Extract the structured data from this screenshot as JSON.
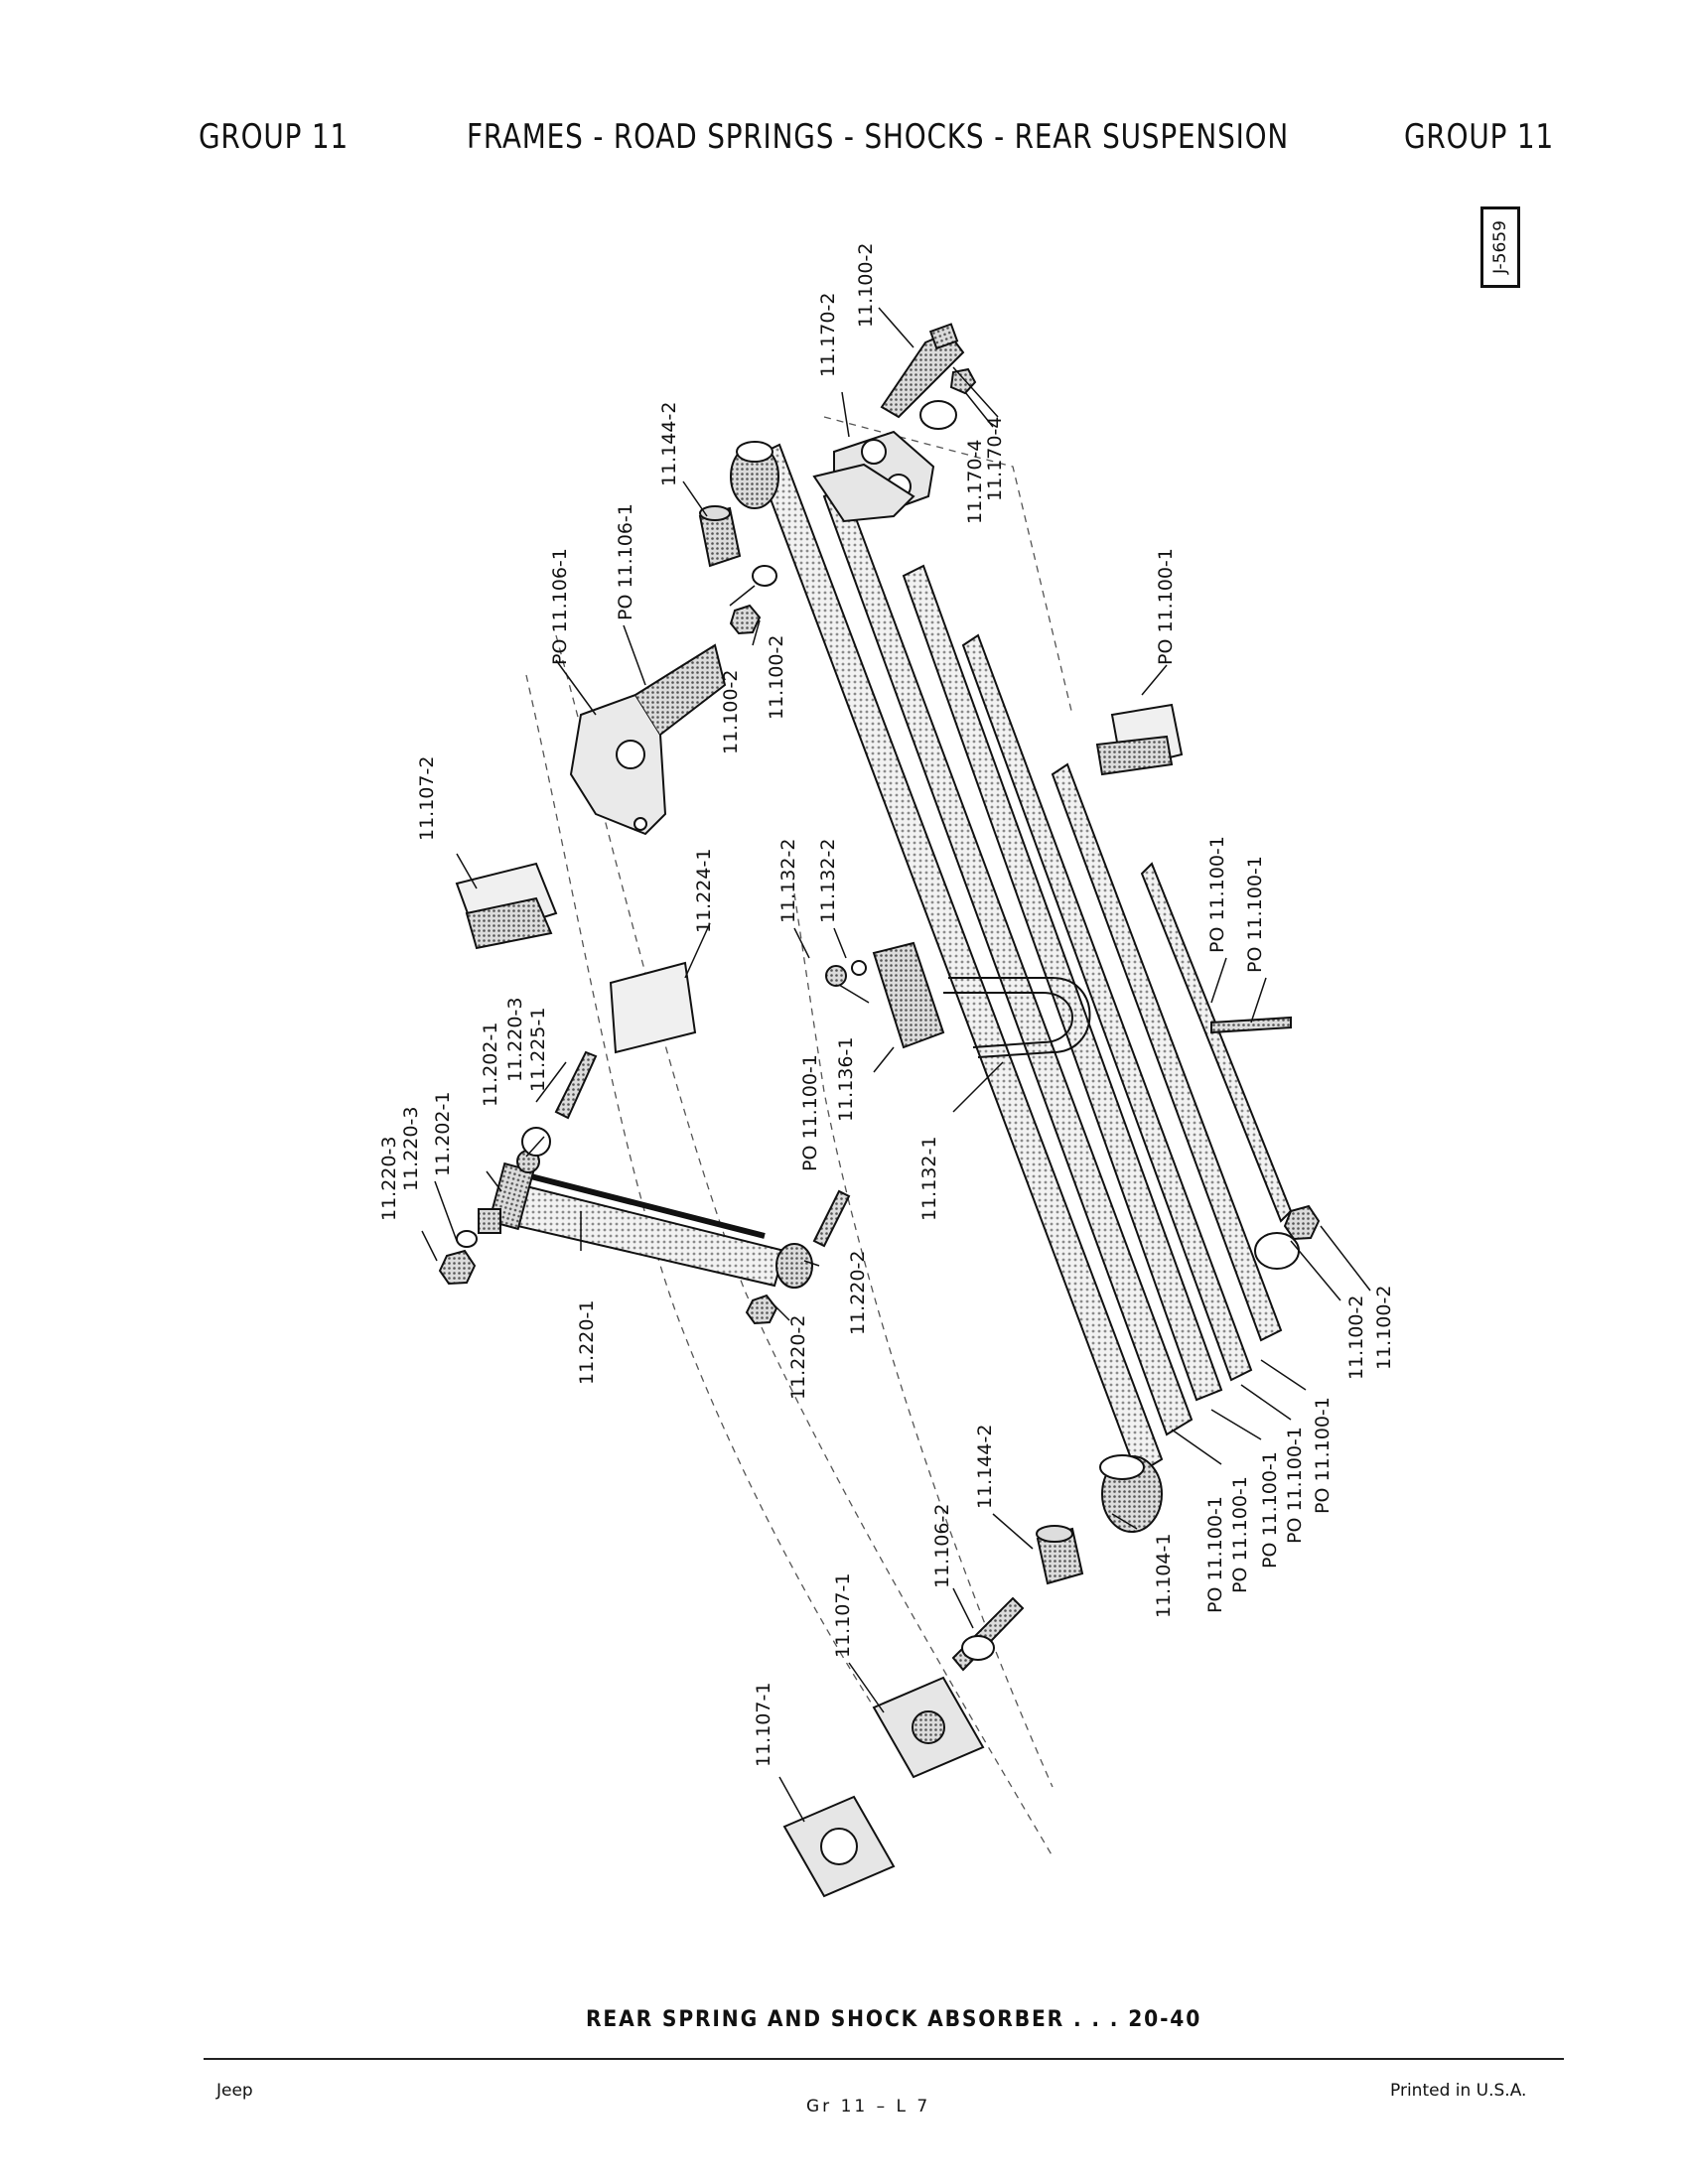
{
  "header": {
    "left": "GROUP 11",
    "center": "FRAMES - ROAD SPRINGS - SHOCKS - REAR SUSPENSION",
    "right": "GROUP 11"
  },
  "figure_ref": "J-5659",
  "labels": {
    "l01": "11.100-2",
    "l02": "11.170-2",
    "l03": "11.170-4",
    "l04": "11.170-4",
    "l05": "11.144-2",
    "l06": "PO 11.106-1",
    "l07": "PO 11.106-1",
    "l08": "11.100-2",
    "l09": "11.100-2",
    "l10": "PO 11.100-1",
    "l11": "11.107-2",
    "l12": "11.224-1",
    "l13": "11.132-2",
    "l14": "11.132-2",
    "l15": "PO 11.100-1",
    "l16": "PO 11.100-1",
    "l17": "11.225-1",
    "l18": "11.220-3",
    "l19": "11.202-1",
    "l20": "11.202-1",
    "l21": "11.220-3",
    "l22": "11.220-3",
    "l23": "PO 11.100-1",
    "l24": "11.136-1",
    "l25": "11.132-1",
    "l26": "11.220-1",
    "l27": "11.220-2",
    "l28": "11.220-2",
    "l29": "11.100-2",
    "l30": "11.100-2",
    "l31": "PO 11.100-1",
    "l32": "PO 11.100-1",
    "l33": "PO 11.100-1",
    "l34": "PO 11.100-1",
    "l35": "PO 11.100-1",
    "l36": "11.104-1",
    "l37": "11.144-2",
    "l38": "11.106-2",
    "l39": "11.107-1",
    "l40": "11.107-1"
  },
  "caption": "REAR SPRING AND SHOCK ABSORBER . . . 20-40",
  "footer": {
    "left": "Jeep",
    "center": "Gr 11 – L 7",
    "right": "Printed in U.S.A."
  }
}
